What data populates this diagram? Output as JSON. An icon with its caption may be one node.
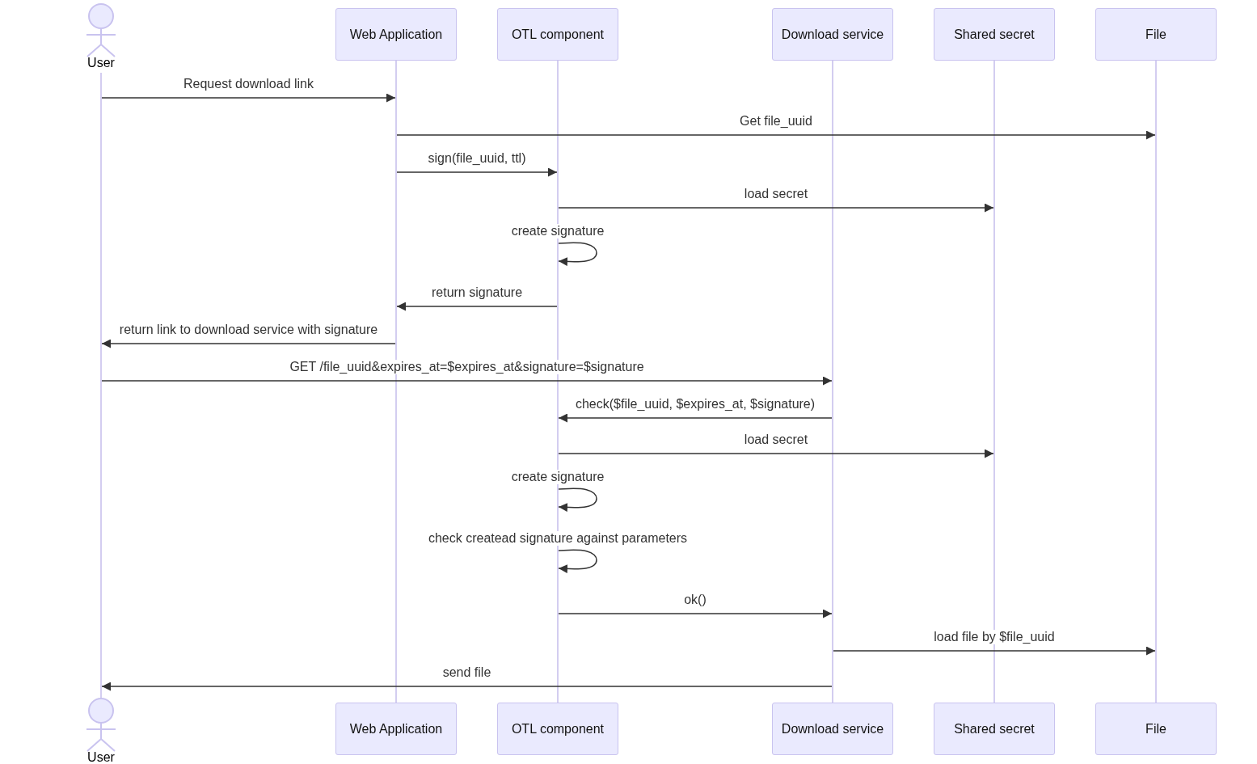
{
  "diagram": {
    "nodes": [
      {
        "text": [
          "User"
        ]
      },
      {
        "text": [
          "Web Application"
        ]
      },
      {
        "text": [
          "OTL component"
        ]
      },
      {
        "text": [
          "Download service"
        ]
      },
      {
        "text": [
          "Shared secret"
        ]
      },
      {
        "text": [
          "File"
        ]
      },
      {
        "text": [],
        "shape": "bar"
      },
      {
        "text": [],
        "shape": "bar"
      },
      {
        "text": [],
        "shape": "bar"
      },
      {
        "text": [],
        "shape": "bar"
      },
      {
        "text": [],
        "shape": "bar"
      },
      {
        "text": [],
        "shape": "bar"
      },
      {
        "text": [
          "User"
        ]
      },
      {
        "text": [
          "Web Application"
        ]
      },
      {
        "text": [
          "OTL component"
        ]
      },
      {
        "text": [
          "Download service"
        ]
      },
      {
        "text": [
          "Shared secret"
        ]
      },
      {
        "text": [
          "File"
        ]
      }
    ],
    "edges": [
      {
        "from": 6,
        "to": 7,
        "arrow": "to",
        "label": "Request download link"
      },
      {
        "from": 7,
        "to": 11,
        "arrow": "to",
        "label": "Get file_uuid"
      },
      {
        "from": 7,
        "to": 8,
        "arrow": "to",
        "label": "sign(file_uuid, ttl)"
      },
      {
        "from": 8,
        "to": 10,
        "arrow": "to",
        "label": "load secret"
      },
      {
        "from": 8,
        "to": 8,
        "arrow": "to",
        "label": "create signature"
      },
      {
        "from": 8,
        "to": 7,
        "arrow": "to",
        "label": "return signature"
      },
      {
        "from": 7,
        "to": 6,
        "arrow": "to",
        "label": "return link to download service with signature"
      },
      {
        "from": 6,
        "to": 9,
        "arrow": "to",
        "label": "GET /file_uuid&expires_at=$expires_at&signature=$signature"
      },
      {
        "from": 9,
        "to": 8,
        "arrow": "to",
        "label": "check($file_uuid, $expires_at, $signature)"
      },
      {
        "from": 8,
        "to": 10,
        "arrow": "to",
        "label": "load secret"
      },
      {
        "from": 8,
        "to": 8,
        "arrow": "to",
        "label": "create signature"
      },
      {
        "from": 8,
        "to": 8,
        "arrow": "to",
        "label": "check createad signature against parameters"
      },
      {
        "from": 8,
        "to": 9,
        "arrow": "to",
        "label": "ok()"
      },
      {
        "from": 9,
        "to": 11,
        "arrow": "to",
        "label": "load file by $file_uuid"
      },
      {
        "from": 9,
        "to": 6,
        "arrow": "to",
        "label": "send file"
      }
    ]
  }
}
